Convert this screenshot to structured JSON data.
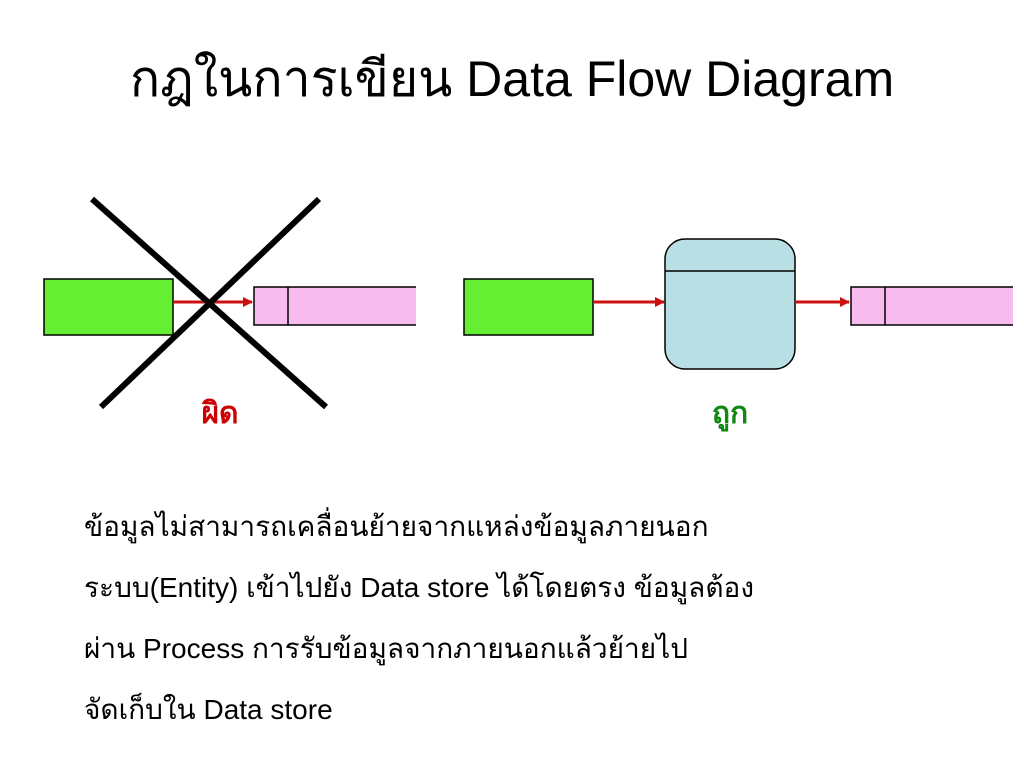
{
  "title": "กฎในการเขียน Data Flow Diagram",
  "captions": {
    "wrong": "ผิด",
    "correct": "ถูก"
  },
  "colors": {
    "entity": "#66ee33",
    "data_store": "#f8bbee",
    "process": "#b8dfe3",
    "arrow": "#cc1111",
    "wrong_caption": "#cc0000",
    "correct_caption": "#118811"
  },
  "description_lines": [
    "ข้อมูลไม่สามารถเคลื่อนย้ายจากแหล่งข้อมูลภายนอก",
    "ระบบ(Entity) เข้าไปยัง Data store ได้โดยตรง  ข้อมูลต้อง",
    "ผ่าน Process การรับข้อมูลจากภายนอกแล้วย้ายไป",
    "จัดเก็บใน Data store"
  ]
}
